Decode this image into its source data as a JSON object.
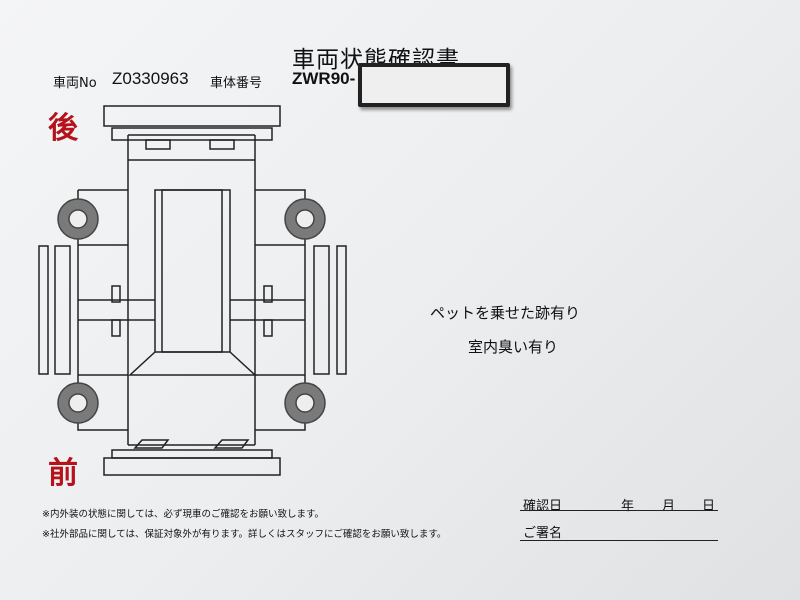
{
  "document": {
    "title": "車両状態確認書",
    "vehicle_no_label": "車両No",
    "vehicle_no": "Z0330963",
    "chassis_label": "車体番号",
    "chassis_prefix": "ZWR90-",
    "rear_label": "後",
    "front_label": "前",
    "remarks": [
      "ペットを乗せた跡有り",
      "室内臭い有り"
    ],
    "footnotes": [
      "※内外装の状態に関しては、必ず現車のご確認をお願い致します。",
      "※社外部品に関しては、保証対象外が有ります。詳しくはスタッフにご確認をお願い致します。"
    ],
    "confirm_date_label": "確認日",
    "year_label": "年",
    "month_label": "月",
    "day_label": "日",
    "signature_label": "ご署名"
  },
  "colors": {
    "accent_red": "#b5121b",
    "wheel_gray": "#7a7a7a"
  }
}
